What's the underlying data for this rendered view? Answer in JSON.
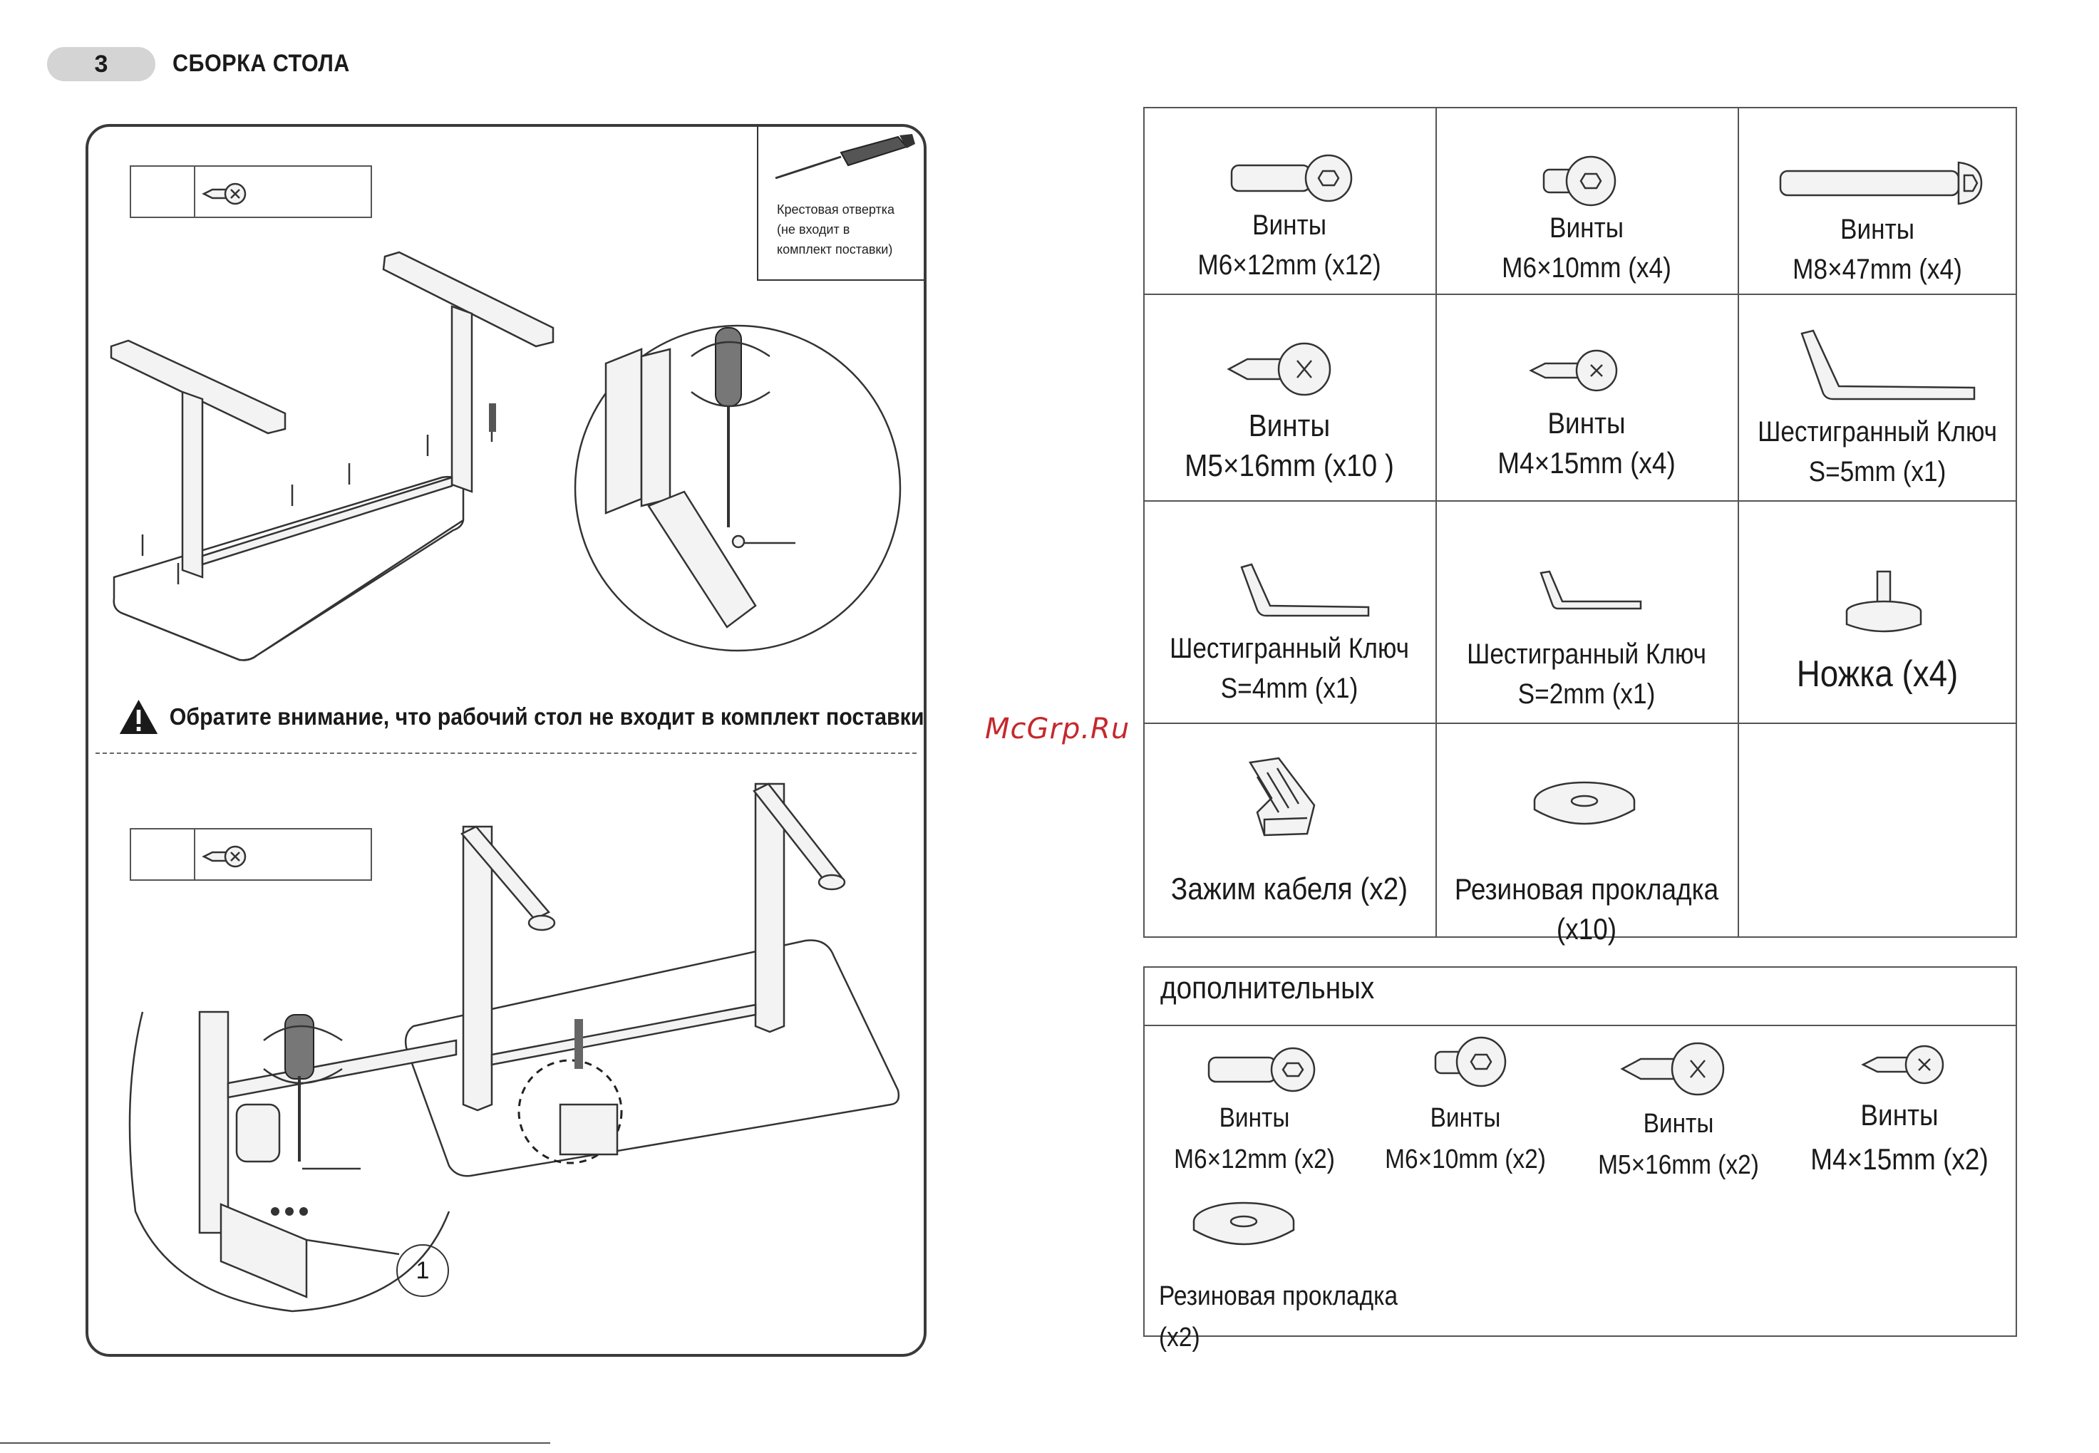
{
  "header": {
    "page_number": "3",
    "section_title": "СБОРКА СТОЛА"
  },
  "tool_note": {
    "line1": "Крестовая отвертка",
    "line2": "(не входит в",
    "line3": "комплект поставки)"
  },
  "warning_text": "Обратите внимание, что рабочий стол не входит в комплект поставки",
  "callout_number": "1",
  "watermark": "McGrp.Ru",
  "parts": [
    {
      "name": "Винты",
      "spec": "M6×12mm (x12)",
      "icon": "bolt-icon"
    },
    {
      "name": "Винты",
      "spec": "M6×10mm (x4)",
      "icon": "short-bolt-icon"
    },
    {
      "name": "Винты",
      "spec": "M8×47mm (x4)",
      "icon": "long-bolt-icon"
    },
    {
      "name": "Винты",
      "spec": "M5×16mm (x10 )",
      "icon": "screw-icon"
    },
    {
      "name": "Винты",
      "spec": "M4×15mm (x4)",
      "icon": "small-screw-icon"
    },
    {
      "name": "Шестигранный Ключ",
      "spec": "S=5mm (x1)",
      "icon": "hex-key-icon"
    },
    {
      "name": "Шестигранный Ключ",
      "spec": "S=4mm (x1)",
      "icon": "hex-key-icon"
    },
    {
      "name": "Шестигранный Ключ",
      "spec": "S=2mm (x1)",
      "icon": "hex-key-icon"
    },
    {
      "name": "Ножка (x4)",
      "spec": "",
      "icon": "foot-icon"
    },
    {
      "name": "Зажим кабеля  (x2)",
      "spec": "",
      "icon": "cable-clip-icon"
    },
    {
      "name": "Резиновая прокладка  (x10)",
      "spec": "",
      "icon": "rubber-pad-icon"
    }
  ],
  "extra": {
    "title": "дополнительных",
    "items": [
      {
        "name": "Винты",
        "spec": "M6×12mm (x2)",
        "icon": "bolt-icon"
      },
      {
        "name": "Винты",
        "spec": "M6×10mm (x2)",
        "icon": "short-bolt-icon"
      },
      {
        "name": "Винты",
        "spec": "M5×16mm (x2)",
        "icon": "screw-icon"
      },
      {
        "name": "Винты",
        "spec": "M4×15mm (x2)",
        "icon": "small-screw-icon"
      },
      {
        "name": "Резиновая прокладка (x2)",
        "spec": "",
        "icon": "rubber-pad-icon"
      }
    ]
  }
}
